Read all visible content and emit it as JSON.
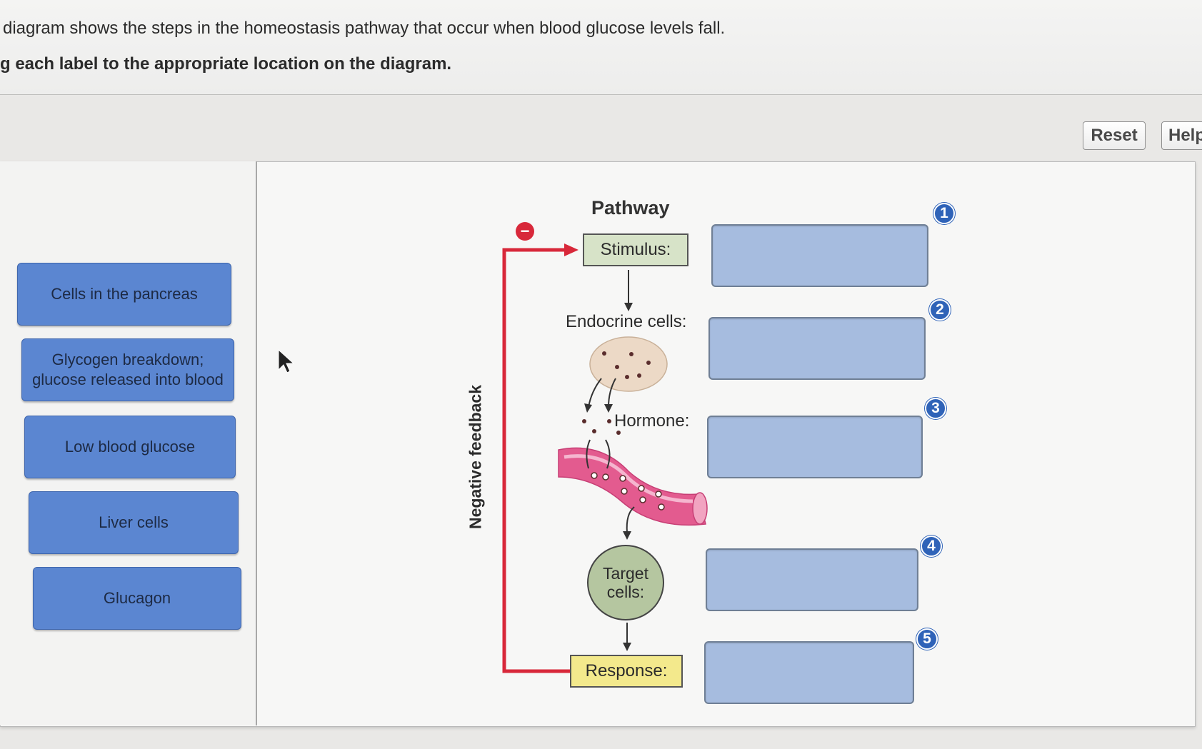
{
  "question": {
    "line1": "diagram shows the steps in the homeostasis pathway that occur when blood glucose levels fall.",
    "line2": "g each label to the appropriate location on the diagram."
  },
  "toolbar": {
    "reset_label": "Reset",
    "help_label": "Help"
  },
  "labels": [
    "Cells in the pancreas",
    "Glycogen breakdown; glucose released into blood",
    "Low blood glucose",
    "Liver cells",
    "Glucagon"
  ],
  "diagram": {
    "title": "Pathway",
    "stimulus": "Stimulus:",
    "endocrine": "Endocrine cells:",
    "hormone": "Hormone:",
    "target_line1": "Target",
    "target_line2": "cells:",
    "response": "Response:",
    "feedback": "Negative feedback",
    "feedback_sign": "−"
  },
  "targets": [
    "1",
    "2",
    "3",
    "4",
    "5"
  ],
  "colors": {
    "label_tile": "#5b86d1",
    "drop_target": "#a6bcdf",
    "badge": "#2f63b8",
    "feedback_arrow": "#d8283a"
  }
}
